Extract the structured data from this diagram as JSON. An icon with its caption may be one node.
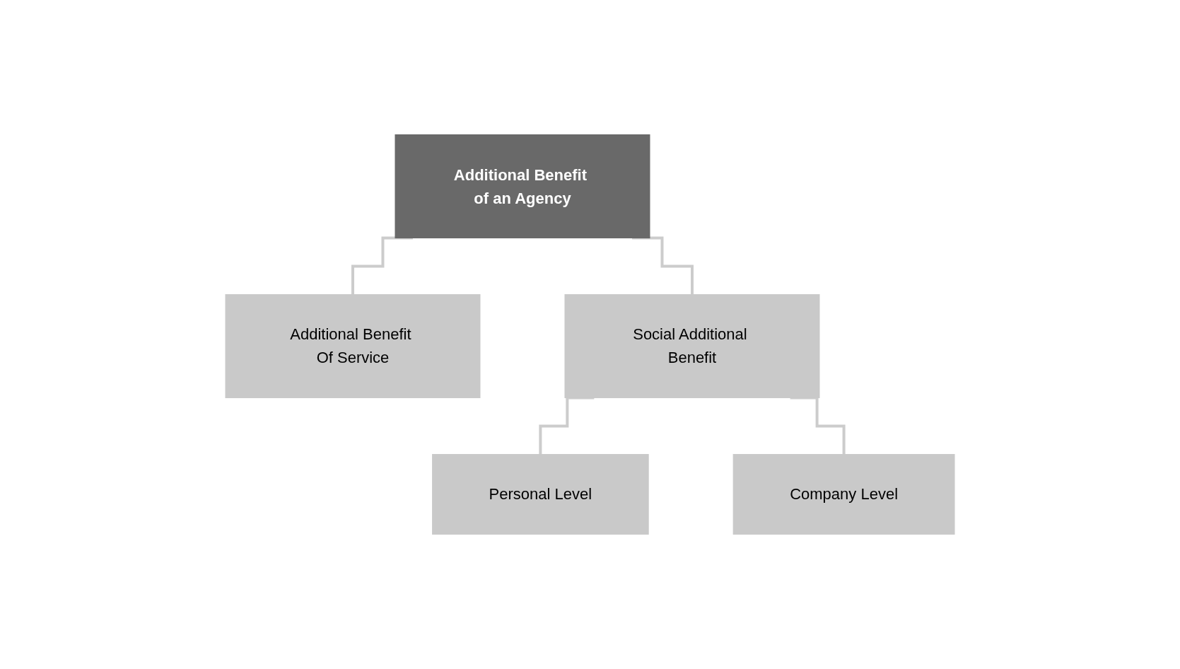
{
  "diagram": {
    "nodes": [
      {
        "text": [
          "Additional Benefit of an Agency"
        ]
      },
      {
        "text": [
          "Additional Benefit Of Service"
        ]
      },
      {
        "text": [
          "Social Additional Benefit"
        ]
      },
      {
        "text": [
          "Personal Level"
        ]
      },
      {
        "text": [
          "Company Level"
        ]
      }
    ],
    "edges": [
      {
        "from": 0,
        "to": 1,
        "arrow": "none"
      },
      {
        "from": 0,
        "to": 2,
        "arrow": "none"
      },
      {
        "from": 2,
        "to": 3,
        "arrow": "none"
      },
      {
        "from": 2,
        "to": 4,
        "arrow": "none"
      }
    ]
  }
}
